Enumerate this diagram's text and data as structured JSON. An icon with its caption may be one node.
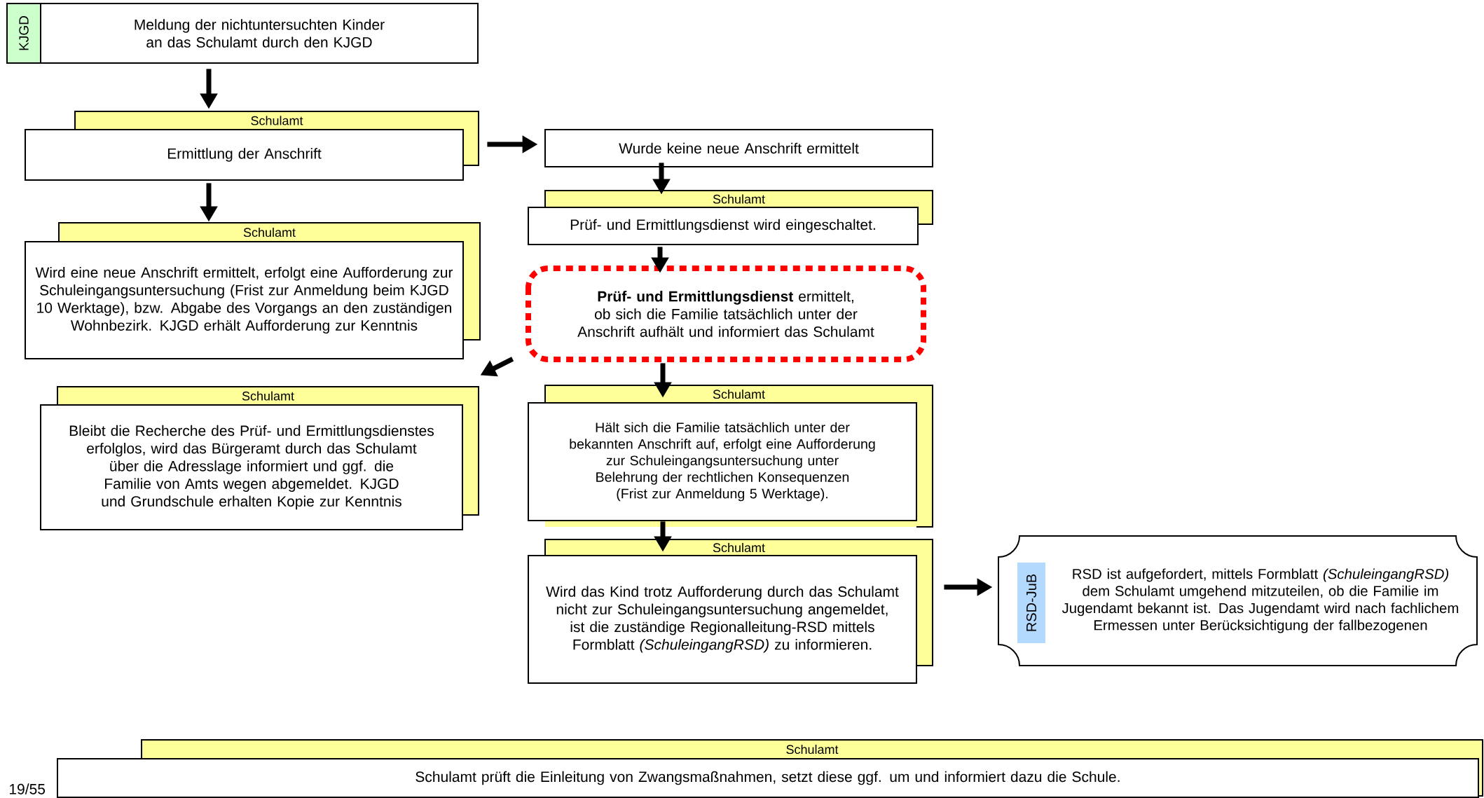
{
  "diagram": {
    "nodes": [
      {
        "text": [
          "KJGD",
          "Meldung der nichtuntersuchten Kinder an das Schulamt durch den KJGD"
        ]
      },
      {
        "text": [
          "Schulamt",
          "Ermittlung der Anschrift"
        ]
      },
      {
        "text": [
          "Schulamt",
          "Wird eine neue Anschrift ermittelt, erfolgt eine Aufforderung zur Schuleingangsuntersuchung (Frist zur Anmeldung beim KJGD 10 Werktage), bzw. Abgabe des Vorgangs an den zuständigen Wohnbezirk. KJGD erhält Aufforderung zur Kenntnis"
        ]
      },
      {
        "text": [
          "Wurde keine neue Anschrift ermittelt"
        ]
      },
      {
        "text": [
          "Schulamt",
          "Prüf- und Ermittlungsdienst wird eingeschaltet."
        ]
      },
      {
        "text": [
          "**Prüf- und Ermittlungsdienst** ermittelt, ob sich die Familie tatsächlich unter der Anschrift aufhält und informiert das Schulamt"
        ]
      },
      {
        "text": [
          "Schulamt",
          "Bleibt die Recherche des Prüf- und Ermittlungsdienstes erfolglos, wird das Bürgeramt durch das Schulamt über die Adresslage informiert und ggf. die Familie von Amts wegen abgemeldet. KJGD und Grundschule erhalten Kopie zur Kenntnis"
        ]
      },
      {
        "text": [
          "Schulamt",
          "Hält sich die Familie tatsächlich unter der bekannten Anschrift auf, erfolgt eine Aufforderung zur Schuleingangsuntersuchung unter Belehrung der rechtlichen Konsequenzen (Frist zur Anmeldung 5 Werktage)."
        ]
      },
      {
        "text": [
          "Schulamt",
          "Wird das Kind trotz Aufforderung durch das Schulamt nicht zur Schuleingangsuntersuchung angemeldet, ist die zuständige Regionalleitung-RSD mittels Formblatt *(SchuleingangRSD)* zu informieren."
        ]
      },
      {
        "text": [
          "RSD-JuB",
          "RSD ist aufgefordert, mittels Formblatt *(SchuleingangRSD)* dem Schulamt umgehend mitzuteilen, ob die Familie im Jugendamt bekannt ist. Das Jugendamt wird nach fachlichem Ermessen unter Berücksichtigung der fallbezogenen"
        ]
      },
      {
        "text": [
          "Schulamt",
          "Schulamt prüft die Einleitung von Zwangsmaßnahmen, setzt diese ggf. um und informiert dazu die Schule."
        ]
      }
    ],
    "edges": [
      {
        "from": 0,
        "to": 1,
        "arrow": "to"
      },
      {
        "from": 1,
        "to": 2,
        "arrow": "to"
      },
      {
        "from": 1,
        "to": 3,
        "arrow": "to"
      },
      {
        "from": 3,
        "to": 4,
        "arrow": "to"
      },
      {
        "from": 4,
        "to": 5,
        "arrow": "to"
      },
      {
        "from": 5,
        "to": 6,
        "arrow": "to"
      },
      {
        "from": 5,
        "to": 7,
        "arrow": "to"
      },
      {
        "from": 7,
        "to": 8,
        "arrow": "to"
      },
      {
        "from": 8,
        "to": 9,
        "arrow": "to"
      }
    ],
    "labels": [
      "19/55"
    ]
  }
}
